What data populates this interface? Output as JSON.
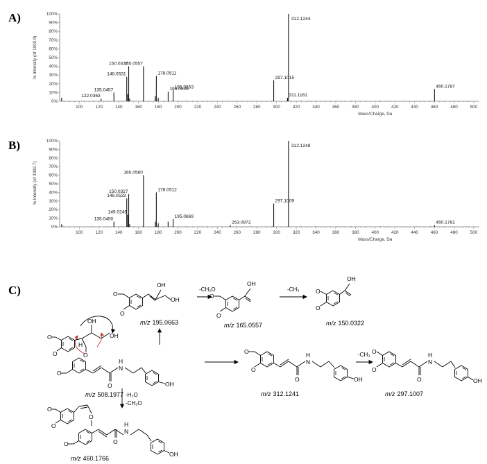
{
  "panels": [
    {
      "label": "A)",
      "ylabel": "% Intensity (of 1000.9)"
    },
    {
      "label": "B)",
      "ylabel": "% Intensity (of 3392.7)"
    }
  ],
  "chart_data": [
    {
      "type": "bar",
      "xlabel": "Mass/Charge, Da",
      "ylabel": "% Intensity (of 1000.9)",
      "xlim": [
        80,
        505
      ],
      "ylim": [
        0,
        100
      ],
      "x_ticks": [
        100,
        120,
        140,
        160,
        180,
        200,
        220,
        240,
        260,
        280,
        300,
        320,
        340,
        360,
        380,
        400,
        420,
        440,
        460,
        480,
        500
      ],
      "y_ticks": [
        "0%",
        "10%",
        "20%",
        "30%",
        "40%",
        "50%",
        "60%",
        "70%",
        "80%",
        "90%",
        "100%"
      ],
      "peaks": [
        {
          "x": 82,
          "y": 4
        },
        {
          "x": 122.0363,
          "y": 3,
          "label": "122.0363"
        },
        {
          "x": 135.0457,
          "y": 10,
          "label": "135.0457"
        },
        {
          "x": 148.0531,
          "y": 28,
          "label": "148.0531"
        },
        {
          "x": 149.0,
          "y": 8
        },
        {
          "x": 150.0327,
          "y": 40,
          "label": "150.0327"
        },
        {
          "x": 151.0,
          "y": 3
        },
        {
          "x": 165.0557,
          "y": 40,
          "label": "165.0557"
        },
        {
          "x": 177.0,
          "y": 6
        },
        {
          "x": 178.0511,
          "y": 29,
          "label": "178.0511"
        },
        {
          "x": 180.0,
          "y": 4
        },
        {
          "x": 190.0506,
          "y": 11,
          "label": "190.0506"
        },
        {
          "x": 195.0653,
          "y": 13,
          "label": "195.0653"
        },
        {
          "x": 297.1015,
          "y": 24,
          "label": "297.1015"
        },
        {
          "x": 311.1161,
          "y": 4,
          "label": "311.1161"
        },
        {
          "x": 312.1244,
          "y": 100,
          "label": "312.1244"
        },
        {
          "x": 460.1787,
          "y": 14,
          "label": "460.1787"
        }
      ]
    },
    {
      "type": "bar",
      "xlabel": "Mass/Charge, Da",
      "ylabel": "% Intensity (of 3392.7)",
      "xlim": [
        80,
        505
      ],
      "ylim": [
        0,
        100
      ],
      "x_ticks": [
        100,
        120,
        140,
        160,
        180,
        200,
        220,
        240,
        260,
        280,
        300,
        320,
        340,
        360,
        380,
        400,
        420,
        440,
        460,
        480,
        500
      ],
      "y_ticks": [
        "0%",
        "10%",
        "20%",
        "30%",
        "40%",
        "50%",
        "60%",
        "70%",
        "80%",
        "90%",
        "100%"
      ],
      "peaks": [
        {
          "x": 82,
          "y": 3
        },
        {
          "x": 135.045,
          "y": 6,
          "label": "135.0450"
        },
        {
          "x": 148.0533,
          "y": 33,
          "label": "148.0533"
        },
        {
          "x": 149.0245,
          "y": 14,
          "label": "149.0245"
        },
        {
          "x": 150.0327,
          "y": 38,
          "label": "150.0327"
        },
        {
          "x": 151.0,
          "y": 3
        },
        {
          "x": 165.056,
          "y": 60,
          "label": "165.0560"
        },
        {
          "x": 177.0,
          "y": 6
        },
        {
          "x": 178.0512,
          "y": 40,
          "label": "178.0512"
        },
        {
          "x": 180.0,
          "y": 4
        },
        {
          "x": 190.0,
          "y": 6
        },
        {
          "x": 195.0669,
          "y": 9,
          "label": "195.0669"
        },
        {
          "x": 253.0872,
          "y": 2,
          "label": "253.0872"
        },
        {
          "x": 297.1009,
          "y": 27,
          "label": "297.1009"
        },
        {
          "x": 312.1248,
          "y": 100,
          "label": "312.1248"
        },
        {
          "x": 460.1781,
          "y": 2,
          "label": "460.1781"
        }
      ]
    }
  ],
  "scheme": {
    "label": "C)",
    "mz_prefix": "m/z",
    "structures": [
      {
        "id": "parent",
        "mz": "508.1977"
      },
      {
        "id": "f195",
        "mz": "195.0663"
      },
      {
        "id": "f165",
        "mz": "165.0557"
      },
      {
        "id": "f150",
        "mz": "150.0322"
      },
      {
        "id": "f312",
        "mz": "312.1241"
      },
      {
        "id": "f297",
        "mz": "297.1007"
      },
      {
        "id": "f460",
        "mz": "460.1766"
      }
    ],
    "losses": {
      "ch2o": "-CH₂O",
      "ch3_a": "-CH₃",
      "ch3_b": "-CH₃",
      "h2o": "-H₂O",
      "ch2o_b": "-CH₂O"
    },
    "atoms": {
      "oh": "OH",
      "o": "O",
      "nh": "H",
      "n": "N",
      "h": "H"
    }
  }
}
